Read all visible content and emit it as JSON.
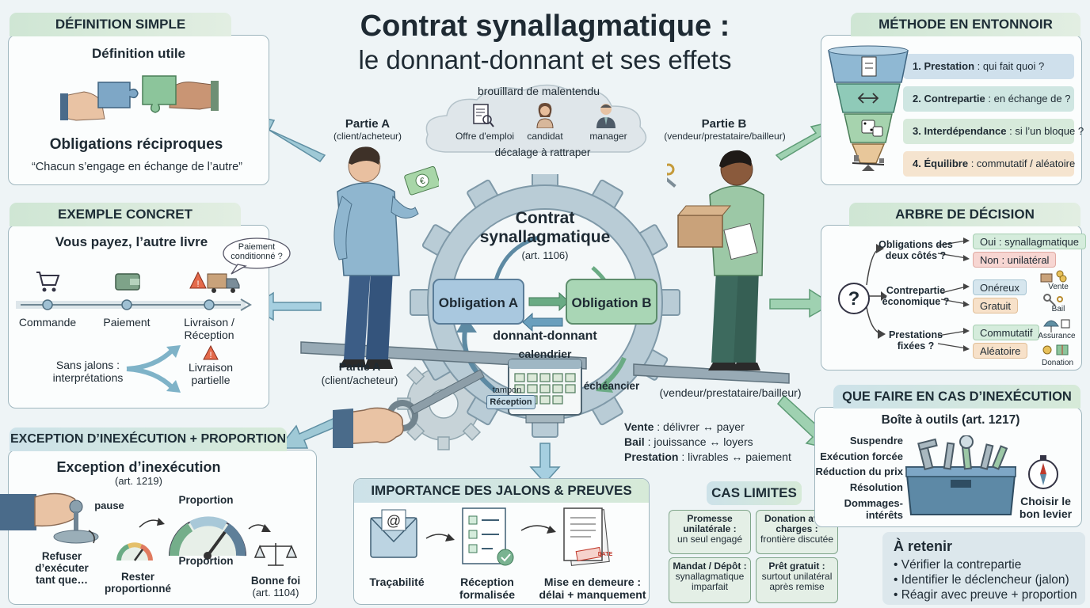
{
  "header": {
    "title_line1": "Contrat synallagmatique :",
    "title_line2": "le donnant-donnant et ses effets"
  },
  "cloud": {
    "title": "brouillard de malentendu",
    "items": [
      "Offre d'emploi",
      "candidat",
      "manager"
    ],
    "subtitle": "décalage à rattraper"
  },
  "center": {
    "party_a": {
      "name": "Partie A",
      "role": "(client/acheteur)"
    },
    "party_b": {
      "name": "Partie B",
      "role": "(vendeur/prestataire/bailleur)"
    },
    "gear_title_1": "Contrat",
    "gear_title_2": "synallagmatique",
    "gear_article": "(art. 1106)",
    "obligation_a": "Obligation A",
    "obligation_b": "Obligation B",
    "donnant": "donnant-donnant",
    "calendrier": "calendrier",
    "echeancier": "échéancier",
    "tampon": "tampon",
    "reception_stamp": "Réception",
    "bottom_party_a": {
      "name": "Partie A",
      "role": "(client/acheteur)"
    },
    "bottom_party_b_role": "(vendeur/prestataire/bailleur)",
    "examples": [
      {
        "bold": "Vente",
        "rest": " : délivrer ↔ payer"
      },
      {
        "bold": "Bail",
        "rest": " : jouissance ↔ loyers"
      },
      {
        "bold": "Prestation",
        "rest": " : livrables ↔ paiement"
      }
    ]
  },
  "definition": {
    "title": "DÉFINITION SIMPLE",
    "subtitle": "Définition utile",
    "heading": "Obligations réciproques",
    "quote": "“Chacun s’engage en échange de l’autre”"
  },
  "example": {
    "title": "EXEMPLE CONCRET",
    "subtitle": "Vous payez, l’autre livre",
    "bubble": "Paiement conditionné ?",
    "steps": [
      "Commande",
      "Paiement",
      "Livraison / Réception"
    ],
    "left_note": "Sans jalons : interprétations",
    "right_note": "Livraison partielle"
  },
  "exception": {
    "title": "EXCEPTION D’INEXÉCUTION + PROPORTION",
    "subtitle": "Exception d’inexécution",
    "article": "(art. 1219)",
    "pause": "pause",
    "proportion_top": "Proportion",
    "proportion_mid": "Proportion",
    "refuser": "Refuser d’exécuter tant que…",
    "rester": "Rester proportionné",
    "bonne_foi": "Bonne foi",
    "bonne_foi_article": "(art. 1104)"
  },
  "jalons": {
    "title": "IMPORTANCE DES JALONS & PREUVES",
    "items": [
      "Traçabilité",
      "Réception formalisée",
      "Mise en demeure : délai + manquement"
    ],
    "stamp": "DATE"
  },
  "methode": {
    "title": "MÉTHODE EN ENTONNOIR",
    "layers": [
      {
        "bold": "1. Prestation",
        "rest": " : qui fait quoi ?"
      },
      {
        "bold": "2. Contrepartie",
        "rest": " : en échange de ?"
      },
      {
        "bold": "3. Interdépendance",
        "rest": " : si l’un bloque ?"
      },
      {
        "bold": "4. Équilibre",
        "rest": " : commutatif / aléatoire"
      }
    ]
  },
  "arbre": {
    "title": "ARBRE DE DÉCISION",
    "root": "?",
    "questions": [
      "Obligations des deux côtés ?",
      "Contrepartie économique ?",
      "Prestations fixées ?"
    ],
    "answers": [
      [
        "Oui : synallagmatique",
        "Non : unilatéral"
      ],
      [
        "Onéreux",
        "Gratuit"
      ],
      [
        "Commutatif",
        "Aléatoire"
      ]
    ],
    "icons": [
      "Vente",
      "Bail",
      "Assurance",
      "Donation"
    ]
  },
  "inexecution": {
    "title": "QUE FAIRE EN CAS D’INEXÉCUTION",
    "subtitle": "Boîte à outils (art. 1217)",
    "tools": [
      "Suspendre",
      "Exécution forcée",
      "Réduction du prix",
      "Résolution",
      "Dommages-intérêts"
    ],
    "lever": "Choisir le bon levier"
  },
  "cas": {
    "title": "CAS LIMITES",
    "items": [
      {
        "bold": "Promesse unilatérale :",
        "rest": "un seul engagé"
      },
      {
        "bold": "Donation avec charges :",
        "rest": "frontière discutée"
      },
      {
        "bold": "Mandat / Dépôt :",
        "rest": "synallagmatique imparfait"
      },
      {
        "bold": "Prêt gratuit :",
        "rest": "surtout unilatéral après remise"
      }
    ]
  },
  "retenir": {
    "title": "À retenir",
    "items": [
      "Vérifier la contrepartie",
      "Identifier le déclencheur (jalon)",
      "Réagir avec preuve + proportion"
    ]
  },
  "colors": {
    "green": "#cfe6d4",
    "blue": "#cfe0e8",
    "accent": "#5a7d99",
    "arrow": "#7ab391"
  }
}
